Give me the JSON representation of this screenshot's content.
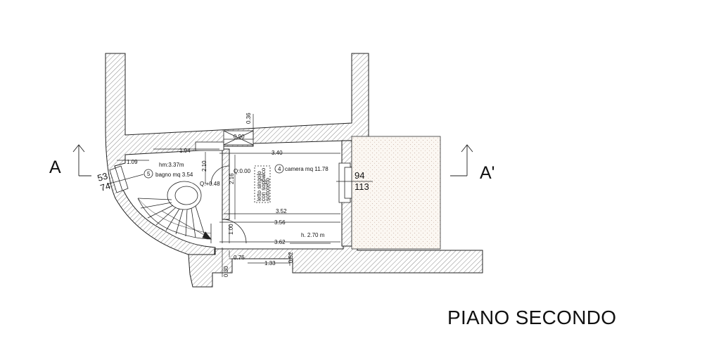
{
  "title": "PIANO SECONDO",
  "section_markers": {
    "left": "A",
    "right": "A'"
  },
  "rooms": [
    {
      "number": "5",
      "name": "bagno mq 3.54",
      "height": "hm:3.37m"
    },
    {
      "number": "4",
      "name": "camera mq 11.78",
      "height": "h. 2.70 m"
    }
  ],
  "levels": {
    "q1": "Q:0.00",
    "q2": "Q:+0.48"
  },
  "note": [
    "letto singolo",
    "con soppalco",
    "sottotetto"
  ],
  "dimensions": {
    "d036": "0.36",
    "d090": "0.90",
    "d340": "3.40",
    "d194": "1.94",
    "d109": "1.09",
    "d210": "2.10",
    "d216": "2.16",
    "d352": "3.52",
    "d356": "3.56",
    "d100": "1.00",
    "d362": "3.62",
    "d076": "0.76",
    "d133": "1.33",
    "d052": "0.52",
    "d030": "0.30"
  },
  "windows": {
    "left_top": "53",
    "left_bottom": "74",
    "right_top": "94",
    "right_bottom": "113"
  }
}
